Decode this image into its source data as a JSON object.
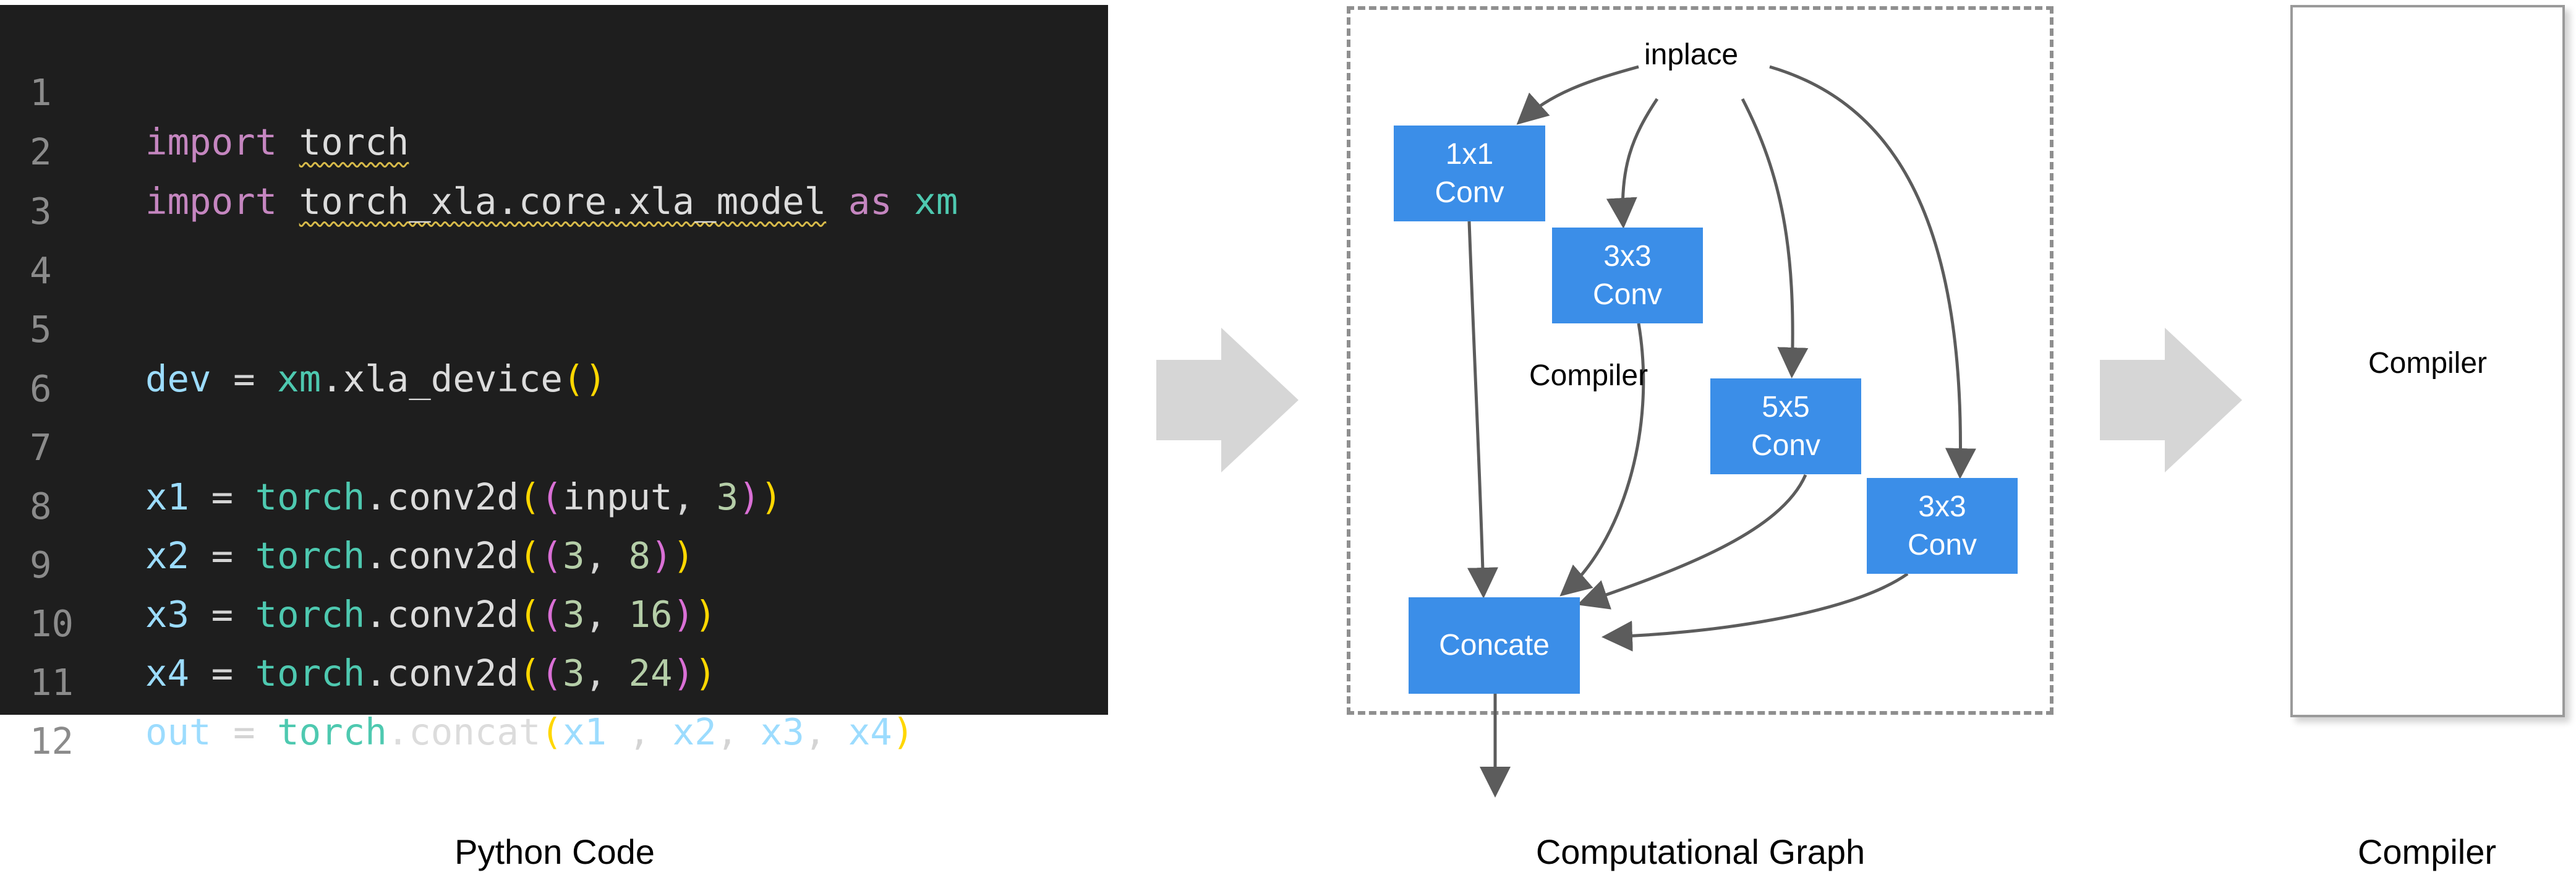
{
  "code": {
    "lines": [
      {
        "n": "1"
      },
      {
        "n": "2"
      },
      {
        "n": "3"
      },
      {
        "n": "4"
      },
      {
        "n": "5"
      },
      {
        "n": "6"
      },
      {
        "n": "7"
      },
      {
        "n": "8"
      },
      {
        "n": "9"
      },
      {
        "n": "10"
      },
      {
        "n": "11"
      },
      {
        "n": "12"
      }
    ],
    "tokens": {
      "import": "import",
      "torch": "torch",
      "torch_xla_path": "torch_xla.core.xla_model",
      "as": " as ",
      "xm": "xm",
      "dev": "dev",
      "eq": " = ",
      "xla_device": ".xla_device",
      "lp": "(",
      "rp": ")",
      "x1": "x1",
      "x2": "x2",
      "x3": "x3",
      "x4": "x4",
      "out": "out",
      "conv2d": ".conv2d",
      "concat": ".concat",
      "input": "input",
      "comma": ", ",
      "comma_sp": " , ",
      "n3": "3",
      "n8": "8",
      "n16": "16",
      "n24": "24"
    }
  },
  "graph": {
    "inplace_label": "inplace",
    "compiler_label": "Compiler",
    "nodes": {
      "conv1x1": [
        "1x1",
        "Conv"
      ],
      "conv3x3_a": [
        "3x3",
        "Conv"
      ],
      "conv5x5": [
        "5x5",
        "Conv"
      ],
      "conv3x3_b": [
        "3x3",
        "Conv"
      ],
      "concate": "Concate"
    }
  },
  "compiler_box": {
    "label": "Compiler"
  },
  "captions": {
    "code": "Python Code",
    "graph": "Computational Graph",
    "compiler": "Compiler"
  },
  "colors": {
    "node_fill": "#3b8ee8",
    "code_bg": "#1e1e1e",
    "arrow_fill": "#d6d6d6",
    "edge": "#5c5c5c"
  }
}
